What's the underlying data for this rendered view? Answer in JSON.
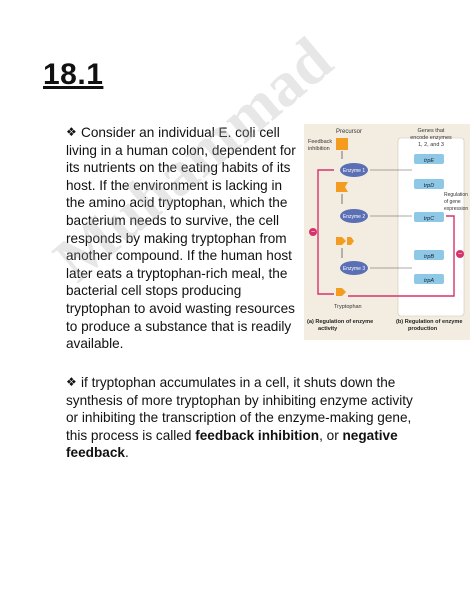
{
  "heading": "18.1",
  "bullet1": "Consider an individual E. coli cell living in a human colon, dependent for its nutrients on the eating habits of its host. If the environment is lacking in the amino acid tryptophan, which the bacterium needs to survive, the cell responds by making tryptophan from another compound. If the human host later eats a tryptophan-rich meal, the bacterial cell stops producing tryptophan to avoid wasting resources to produce a substance that is readily available.",
  "bullet2": {
    "text": "if tryptophan accumulates in a cell, it shuts down the synthesis of more tryptophan by inhibiting enzyme activity or inhibiting the transcription of the enzyme-making gene, this process is called ",
    "term1": "feedback inhibition",
    "middle": ", or ",
    "term2": "negative feedback",
    "end": "."
  },
  "bullet_marker": "❖",
  "watermark": "Muhammad",
  "figure": {
    "precursor": "Precursor",
    "feedback_inhibition": [
      "Feedback",
      "inhibition"
    ],
    "genes_header": [
      "Genes that",
      "encode enzymes",
      "1, 2, and 3"
    ],
    "enzyme1": "Enzyme 1",
    "enzyme2": "Enzyme 2",
    "enzyme3": "Enzyme 3",
    "genes": [
      "trpE",
      "trpD",
      "trpC",
      "trpB",
      "trpA"
    ],
    "regulation_gene": [
      "Regulation",
      "of gene",
      "expression"
    ],
    "tryptophan": "Tryptophan",
    "caption_a": [
      "(a) Regulation of enzyme",
      "activity"
    ],
    "caption_b": [
      "(b) Regulation of enzyme",
      "production"
    ],
    "minus": "−",
    "colors": {
      "orange": "#f39c1f",
      "enzyme": "#5b6fb5",
      "gene": "#8fc7e6",
      "arrow": "#d6336c",
      "bg": "#f3ede1"
    }
  }
}
